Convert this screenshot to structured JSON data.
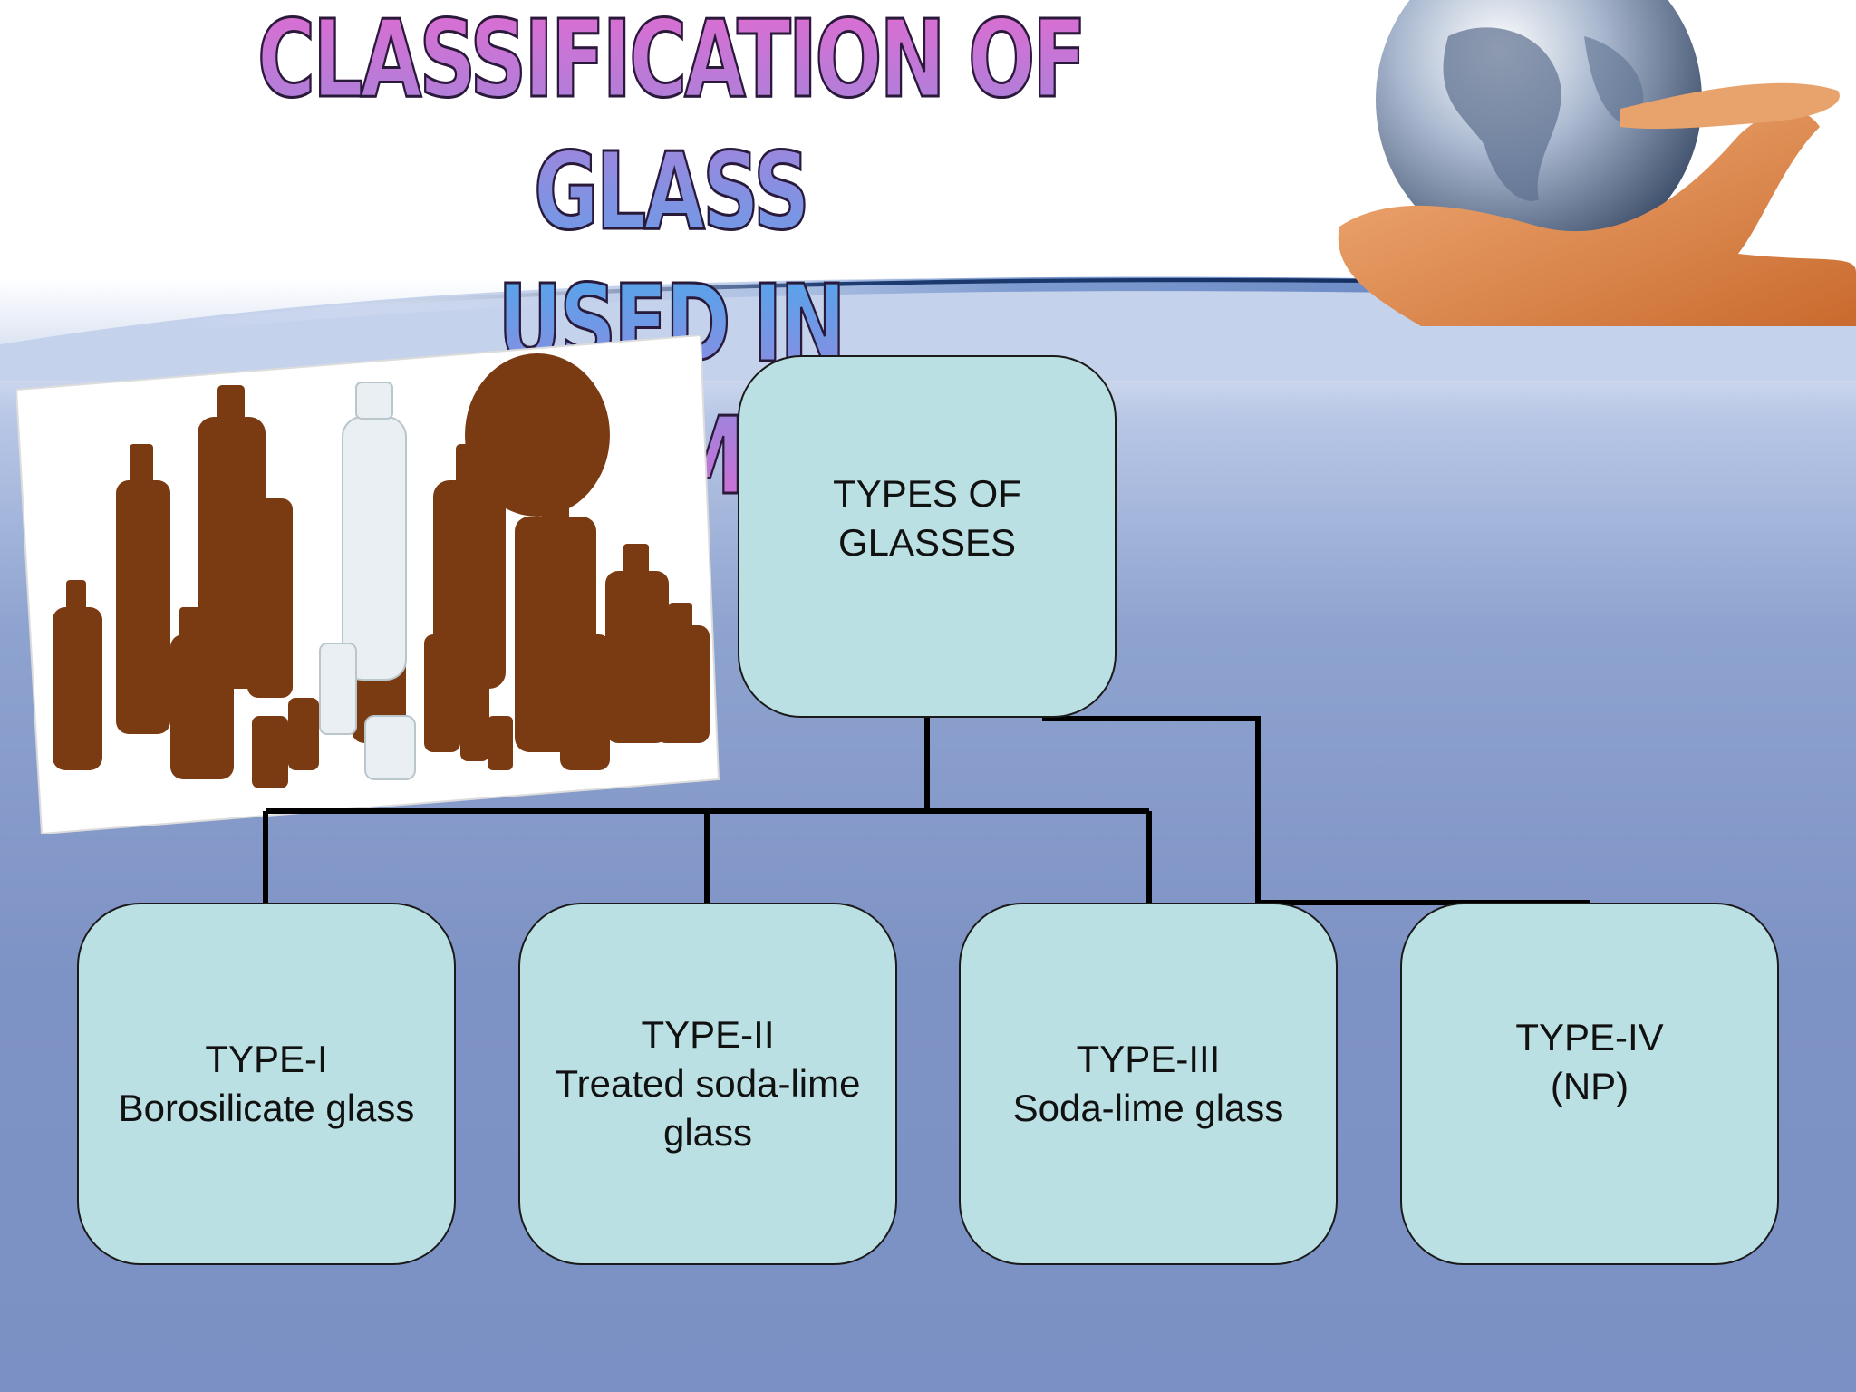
{
  "slide": {
    "title_line1": "CLASSIFICATION OF GLASS",
    "title_line2": "USED IN PHARMACY"
  },
  "diagram": {
    "root": {
      "line1": "TYPES OF",
      "line2": "GLASSES"
    },
    "children": [
      {
        "line1": "TYPE-I",
        "line2": "Borosilicate glass",
        "line3": ""
      },
      {
        "line1": "TYPE-II",
        "line2": "Treated soda-lime",
        "line3": "glass"
      },
      {
        "line1": "TYPE-III",
        "line2": "Soda-lime glass",
        "line3": ""
      },
      {
        "line1": "TYPE-IV",
        "line2": "(NP)",
        "line3": ""
      }
    ]
  },
  "colors": {
    "node_fill": "#bbe0e3",
    "connector": "#000000",
    "background_blue": "#7b90c4"
  },
  "images": {
    "top_right": "hand-holding-globe",
    "left": "pharmacy-glass-bottles-photo"
  }
}
